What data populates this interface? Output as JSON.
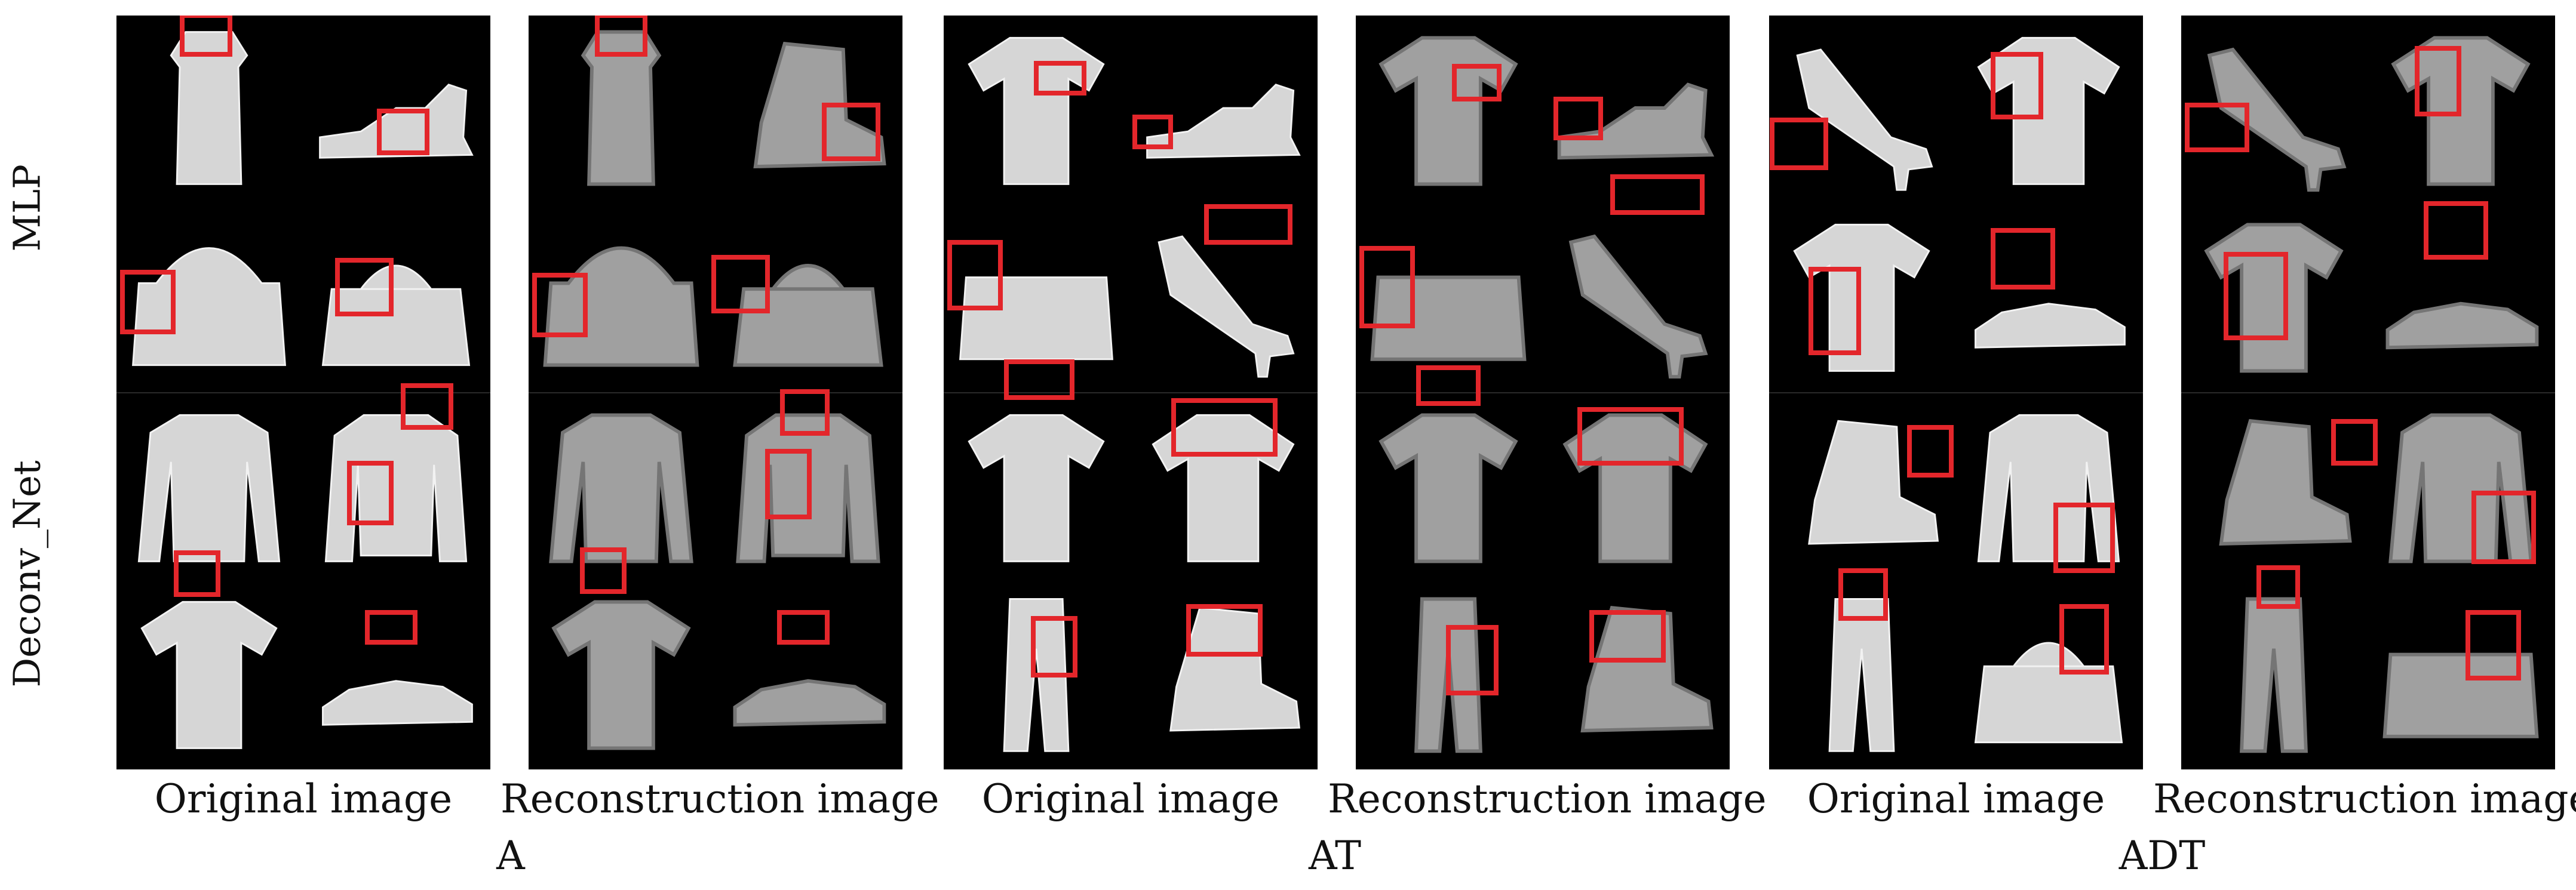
{
  "figure": {
    "row_labels": [
      "MLP",
      "Deconv_Net"
    ],
    "column_labels": [
      "Original image",
      "Reconstruction image",
      "Original image",
      "Reconstruction image",
      "Original image",
      "Reconstruction image"
    ],
    "group_labels": [
      "A",
      "AT",
      "ADT"
    ],
    "highlight_color": "#e3262b",
    "panel_background": "#000000"
  }
}
